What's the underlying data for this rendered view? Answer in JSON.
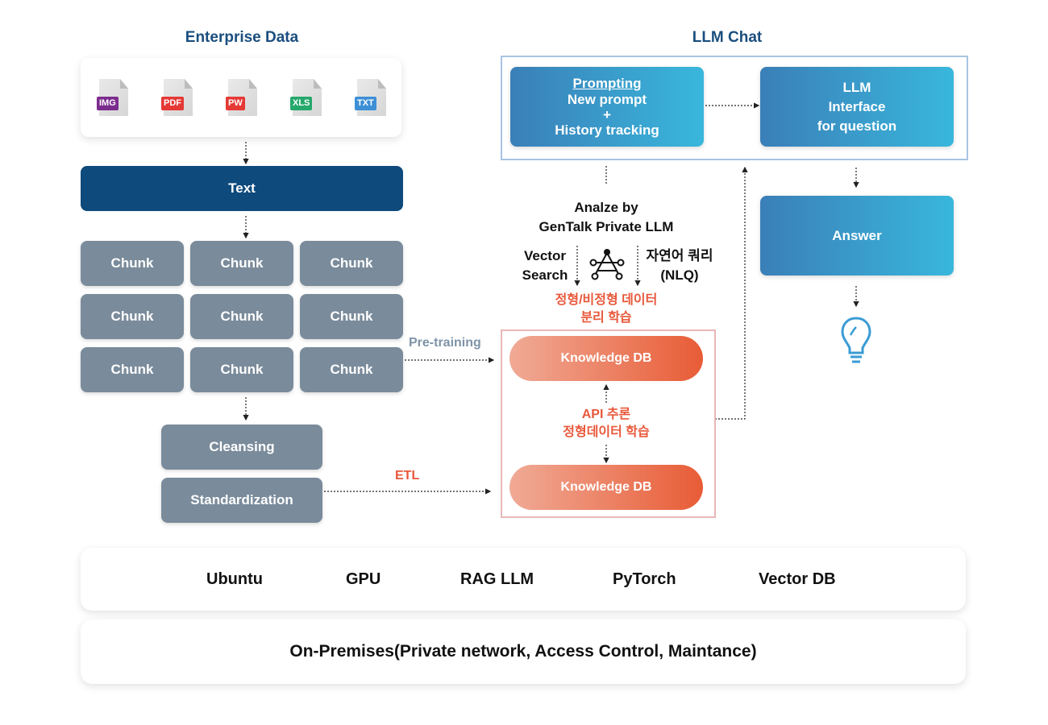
{
  "enterprise_title": "Enterprise Data",
  "llm_title": "LLM Chat",
  "file_types": [
    {
      "label": "IMG",
      "color": "#7b2d8e"
    },
    {
      "label": "PDF",
      "color": "#e53935"
    },
    {
      "label": "PW",
      "color": "#e53935"
    },
    {
      "label": "XLS",
      "color": "#25a86b"
    },
    {
      "label": "TXT",
      "color": "#3d8fd6"
    }
  ],
  "text_label": "Text",
  "chunk_label": "Chunk",
  "cleansing_label": "Cleansing",
  "standardization_label": "Standardization",
  "pretraining_label": "Pre-training",
  "etl_label": "ETL",
  "prompting": {
    "title": "Prompting",
    "line1": "New prompt",
    "line2": "+",
    "line3": "History tracking"
  },
  "llm_interface": {
    "line1": "LLM",
    "line2": "Interface",
    "line3": "for question"
  },
  "answer_label": "Answer",
  "analyze": {
    "line1": "Analze by",
    "line2": "GenTalk Private LLM"
  },
  "vector_search": {
    "line1": "Vector",
    "line2": "Search"
  },
  "nlq": {
    "line1": "자연어 쿼리",
    "line2": "(NLQ)"
  },
  "separation": {
    "line1": "정형/비정형 데이터",
    "line2": "분리 학습"
  },
  "knowledge_db_label": "Knowledge DB",
  "api": {
    "line1": "API 추론",
    "line2": "정형데이터 학습"
  },
  "tech_stack": [
    "Ubuntu",
    "GPU",
    "RAG LLM",
    "PyTorch",
    "Vector DB"
  ],
  "on_premises": "On-Premises(Private network, Access Control, Maintance)",
  "colors": {
    "navy": "#0e4a7c",
    "chunk_gray": "#7a8b9b",
    "orange": "#e8583a",
    "bulb": "#3a9bd5"
  },
  "icons": [
    "file-icon",
    "network-icon",
    "lightbulb-icon"
  ]
}
